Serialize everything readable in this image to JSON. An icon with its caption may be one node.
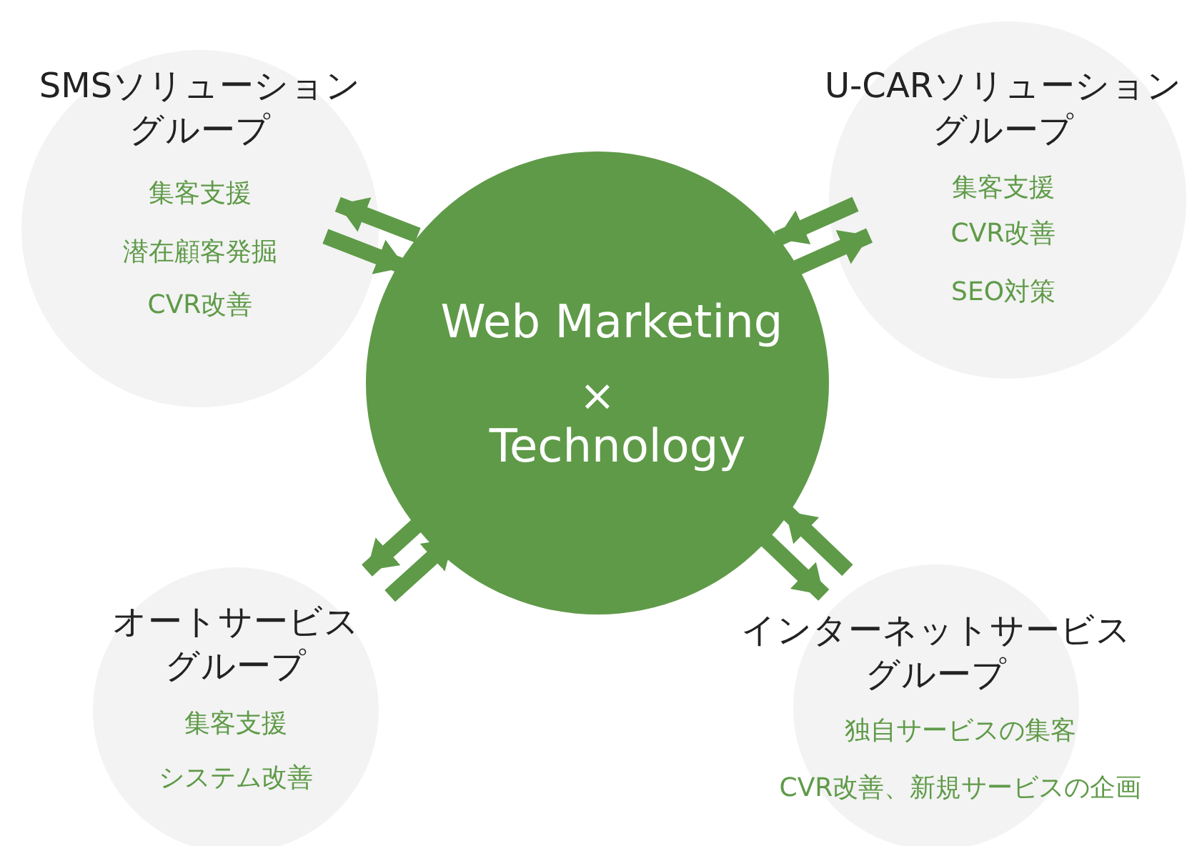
{
  "diagram": {
    "nodes": [
      {
        "text": [
          "SMSソリューショングループ",
          "集客支援",
          "潜在顧客発掘",
          "CVR改善"
        ]
      },
      {
        "text": [
          "U-CARソリューショングループ",
          "集客支援",
          "CVR改善",
          "SEO対策"
        ]
      },
      {
        "text": [
          "Web Marketing",
          "×",
          "Technology"
        ]
      },
      {
        "text": [
          "オートサービスグループ",
          "集客支援",
          "システム改善"
        ]
      },
      {
        "text": [
          "インターネットサービスグループ",
          "独自サービスの集客",
          "CVR改善、新規サービスの企画"
        ]
      }
    ],
    "edges": [
      {
        "from": 2,
        "to": 0,
        "arrow": "to"
      },
      {
        "from": 0,
        "to": 2,
        "arrow": "to"
      },
      {
        "from": 1,
        "to": 2,
        "arrow": "to"
      },
      {
        "from": 2,
        "to": 1,
        "arrow": "to"
      },
      {
        "from": 2,
        "to": 3,
        "arrow": "to"
      },
      {
        "from": 3,
        "to": 2,
        "arrow": "to"
      },
      {
        "from": 4,
        "to": 2,
        "arrow": "to"
      },
      {
        "from": 2,
        "to": 4,
        "arrow": "to"
      }
    ]
  }
}
